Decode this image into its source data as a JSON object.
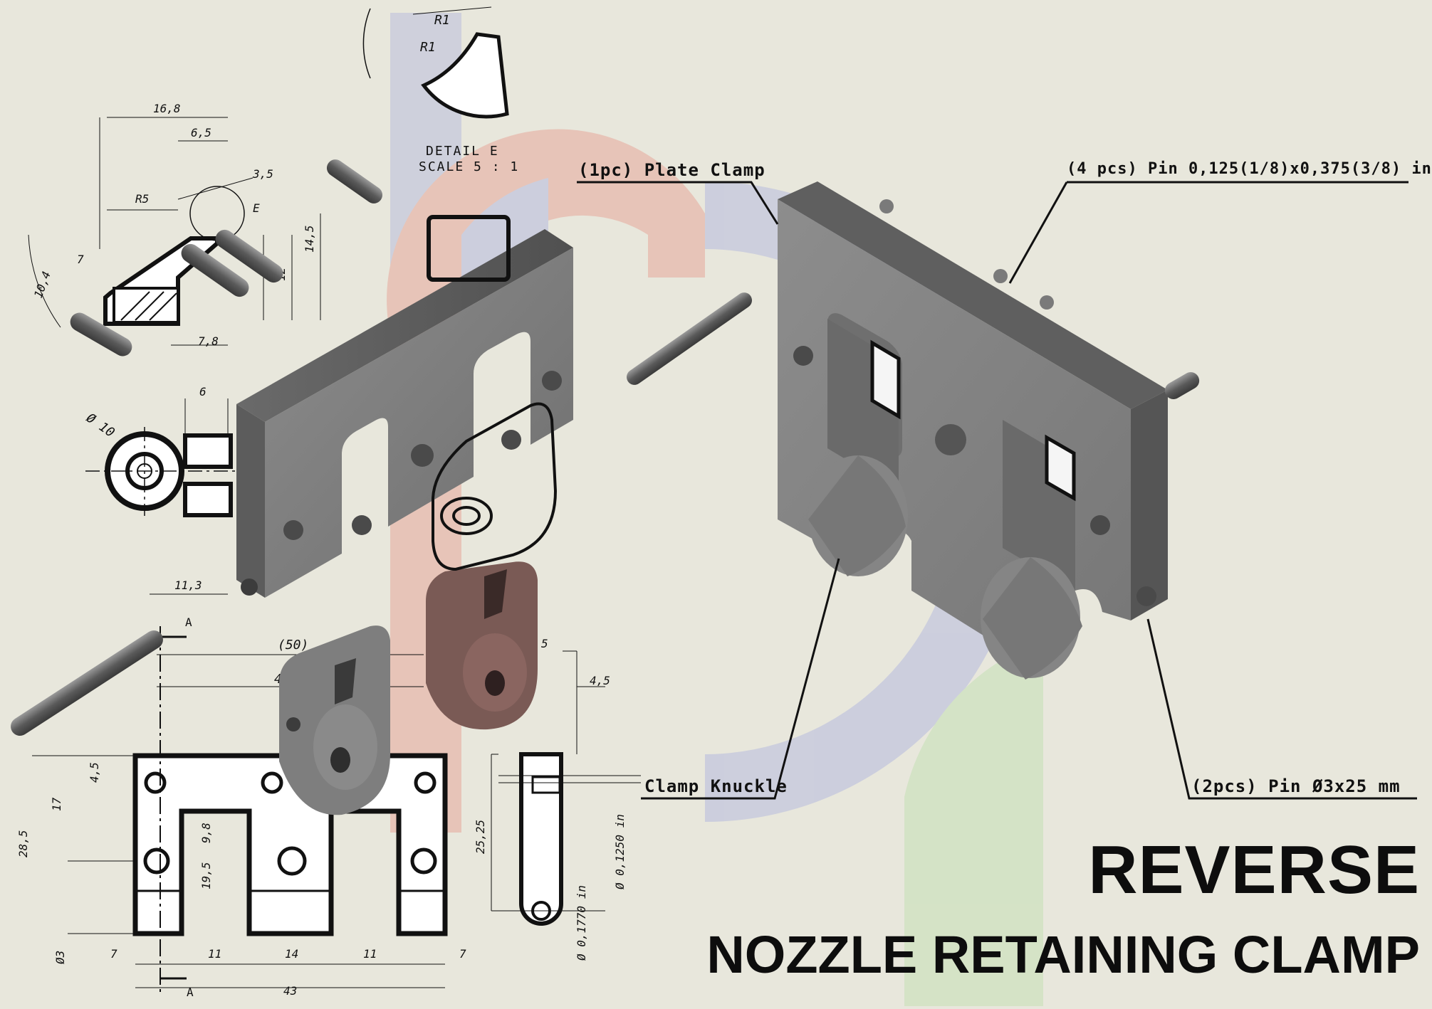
{
  "title": "REVERSE",
  "subtitle": "NOZZLE RETAINING CLAMP",
  "callouts": {
    "plate_clamp": "(1pc) Plate Clamp",
    "pin_inch": "(4 pcs) Pin 0,125(1/8)x0,375(3/8) in",
    "clamp_knuckle": "Clamp Knuckle",
    "pin_mm": "(2pcs) Pin Ø3x25 mm"
  },
  "drawing": {
    "detail_label": "DETAIL E",
    "detail_scale": "SCALE 5 : 1",
    "section_mark": "A",
    "detail_mark": "E",
    "dims_top": [
      "16,8",
      "6,5",
      "3,5",
      "R5",
      "7",
      "14,5",
      "12",
      "7,8",
      "10,4",
      "R1",
      "R1"
    ],
    "dims_side": [
      "6",
      "Ø 10",
      "11,3"
    ],
    "dims_front": [
      "(50)",
      "43,3",
      "4,5",
      "17",
      "28,5",
      "9,8",
      "19,5",
      "Ø3",
      "7",
      "11",
      "14",
      "11",
      "7",
      "43"
    ],
    "dims_section": [
      "5",
      "4,5",
      "25,25",
      "Ø 0,1250 in",
      "Ø 0,1770 in"
    ]
  }
}
